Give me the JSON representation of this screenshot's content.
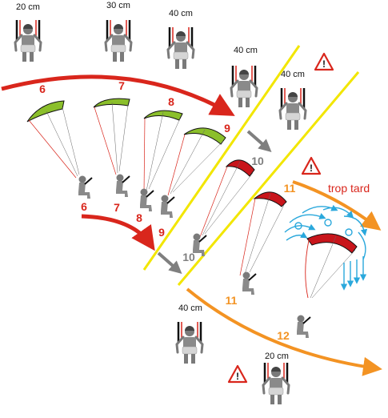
{
  "colors": {
    "red": "#d9261c",
    "green": "#8bbf2b",
    "gray": "#7f7f7f",
    "orange": "#f39323",
    "yellow": "#f2e600",
    "blue": "#2aa8dc"
  },
  "brake_labels": {
    "b20_top": "20 cm",
    "b30_top": "30 cm",
    "b40_top": "40 cm",
    "b40_mid": "40 cm",
    "b40_mid2": "40 cm",
    "b40_low": "40 cm",
    "b20_low": "20 cm"
  },
  "phase_numbers": {
    "n6_canopy": "6",
    "n7_canopy": "7",
    "n8_canopy": "8",
    "n9_canopy": "9",
    "n10_canopy": "10",
    "n11_canopy": "11",
    "n6_pilot": "6",
    "n7_pilot": "7",
    "n8_pilot": "8",
    "n9_pilot": "9",
    "n10_arrow": "10",
    "n11_low": "11",
    "n12_low": "12"
  },
  "warning": {
    "text": "trop tard",
    "symbol": "!"
  },
  "icons": [
    "pilot-icon",
    "warning-sign-icon",
    "arrow-icon",
    "turbulence-icon"
  ]
}
